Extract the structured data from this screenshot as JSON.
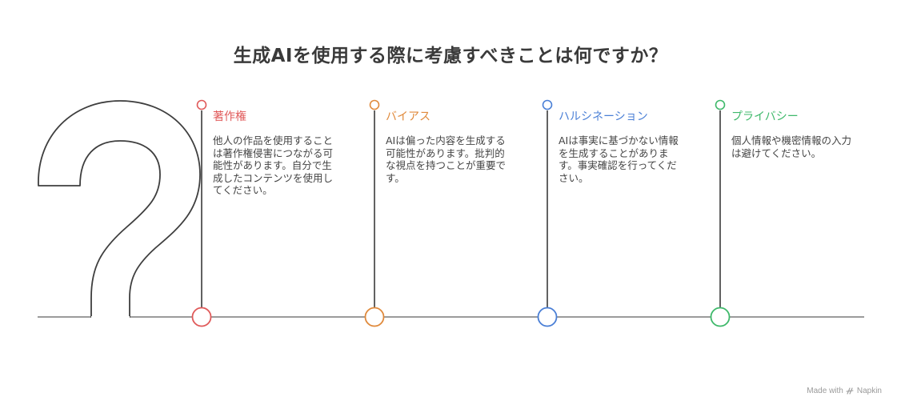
{
  "title": "生成AIを使用する際に考慮すべきことは何ですか？",
  "items": [
    {
      "title": "著作権",
      "body": "他人の作品を使用することは著作権侵害につながる可能性があります。自分で生成したコンテンツを使用してください。",
      "color": "#E05A5A"
    },
    {
      "title": "バイアス",
      "body": "AIは偏った内容を生成する可能性があります。批判的な視点を持つことが重要です。",
      "color": "#E08A3C"
    },
    {
      "title": "ハルシネーション",
      "body": "AIは事実に基づかない情報を生成することがあります。事実確認を行ってください。",
      "color": "#4A7FD6"
    },
    {
      "title": "プライバシー",
      "body": "個人情報や機密情報の入力は避けてください。",
      "color": "#3FB96B"
    }
  ],
  "footer": {
    "made_with": "Made with",
    "brand": "Napkin"
  }
}
